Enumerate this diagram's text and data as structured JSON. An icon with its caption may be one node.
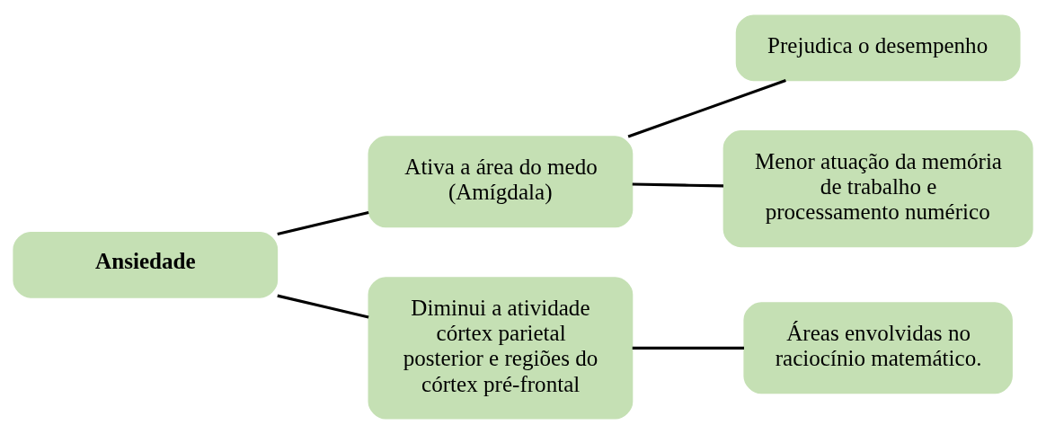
{
  "diagram": {
    "nodes": [
      {
        "text": [
          "Ansiedade"
        ]
      },
      {
        "text": [
          "Ativa a área do medo (Amígdala)"
        ]
      },
      {
        "text": [
          "Prejudica o desempenho"
        ]
      },
      {
        "text": [
          "Menor atuação da memória de trabalho e processamento numérico"
        ]
      },
      {
        "text": [
          "Diminui a atividade córtex parietal posterior e regiões do córtex pré-frontal"
        ]
      },
      {
        "text": [
          "Áreas envolvidas no raciocínio matemático."
        ]
      }
    ],
    "edges": [
      {
        "from": 0,
        "to": 1,
        "arrow": "none"
      },
      {
        "from": 0,
        "to": 4,
        "arrow": "none"
      },
      {
        "from": 1,
        "to": 2,
        "arrow": "none"
      },
      {
        "from": 1,
        "to": 3,
        "arrow": "none"
      },
      {
        "from": 4,
        "to": 5,
        "arrow": "none"
      }
    ]
  }
}
